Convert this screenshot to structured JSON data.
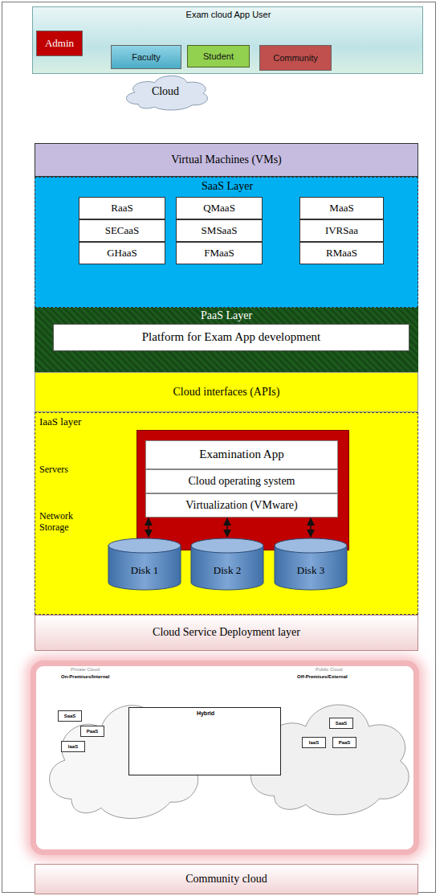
{
  "diagram": {
    "nodes": [
      {
        "text": [
          "Exam cloud App User"
        ]
      },
      {
        "text": [
          "Admin"
        ],
        "in": 0
      },
      {
        "text": [
          "Faculty"
        ],
        "in": 0
      },
      {
        "text": [
          "Student"
        ],
        "in": 0
      },
      {
        "text": [
          "Community"
        ],
        "in": 0
      },
      {
        "text": [
          "Cloud"
        ]
      },
      {
        "text": [
          "Virtual Machines (VMs)"
        ]
      },
      {
        "text": [
          "SaaS Layer"
        ]
      },
      {
        "text": [
          "RaaS"
        ],
        "in": 7
      },
      {
        "text": [
          "SECaaS"
        ],
        "in": 7
      },
      {
        "text": [
          "GHaaS"
        ],
        "in": 7
      },
      {
        "text": [
          "QMaaS"
        ],
        "in": 7
      },
      {
        "text": [
          "SMSaaS"
        ],
        "in": 7
      },
      {
        "text": [
          "FMaaS"
        ],
        "in": 7
      },
      {
        "text": [
          "MaaS"
        ],
        "in": 7
      },
      {
        "text": [
          "IVRSaa"
        ],
        "in": 7
      },
      {
        "text": [
          "RMaaS"
        ],
        "in": 7
      },
      {
        "text": [
          "PaaS Layer"
        ]
      },
      {
        "text": [
          "Platform for Exam App development"
        ],
        "in": 17
      },
      {
        "text": [
          "Cloud interfaces (APIs)"
        ]
      },
      {
        "text": [
          "IaaS layer",
          "Servers",
          "Network Storage"
        ]
      },
      {
        "text": [
          "Examination App"
        ],
        "in": 20
      },
      {
        "text": [
          "Cloud operating system"
        ],
        "in": 20
      },
      {
        "text": [
          "Virtualization (VMware)"
        ],
        "in": 20
      },
      {
        "text": [
          "Disk 1"
        ],
        "in": 20
      },
      {
        "text": [
          "Disk 2"
        ],
        "in": 20
      },
      {
        "text": [
          "Disk 3"
        ],
        "in": 20
      },
      {
        "text": [
          "Cloud Service Deployment layer"
        ]
      },
      {
        "text": [
          "Private Cloud",
          "On-Premises/Internal"
        ]
      },
      {
        "text": [
          "SaaS"
        ],
        "in": 28
      },
      {
        "text": [
          "PaaS"
        ],
        "in": 28
      },
      {
        "text": [
          "IaaS"
        ],
        "in": 28
      },
      {
        "text": [
          "Hybrid"
        ]
      },
      {
        "text": [
          "Public Cloud",
          "Off-Premises/External"
        ]
      },
      {
        "text": [
          "SaaS"
        ],
        "in": 33
      },
      {
        "text": [
          "IaaS"
        ],
        "in": 33
      },
      {
        "text": [
          "PaaS"
        ],
        "in": 33
      },
      {
        "text": [
          "Community cloud"
        ]
      }
    ],
    "edges": [
      {
        "from": 23,
        "to": 24,
        "arrow": "both"
      },
      {
        "from": 23,
        "to": 25,
        "arrow": "both"
      },
      {
        "from": 23,
        "to": 26,
        "arrow": "both"
      }
    ]
  }
}
